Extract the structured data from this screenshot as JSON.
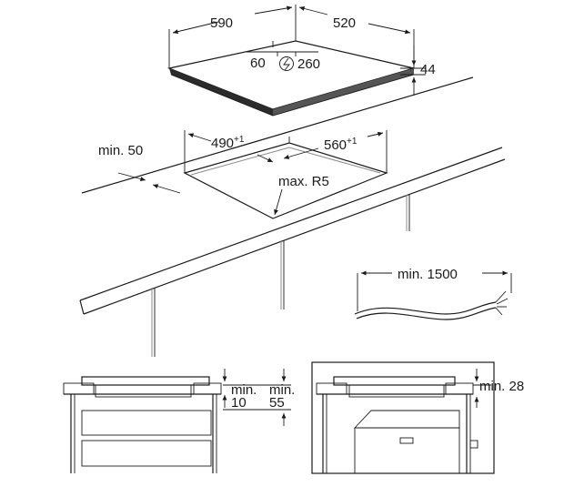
{
  "hob": {
    "width": "590",
    "depth": "520",
    "height": "44",
    "connection_left": "60",
    "connection_right": "260",
    "power_symbol": "power-icon"
  },
  "cutout": {
    "width_value": "490",
    "width_tolerance": "+1",
    "depth_value": "560",
    "depth_tolerance": "+1",
    "corner_radius": "max. R5",
    "edge_distance": "min. 50"
  },
  "cable": {
    "length": "min. 1500"
  },
  "section_left": {
    "top_label": "min.",
    "top_value": "10",
    "bottom_label": "min.",
    "bottom_value": "55"
  },
  "section_right": {
    "clearance": "min. 28"
  },
  "colors": {
    "line": "#1a1a1a",
    "shadow": "#8a8a8a"
  }
}
